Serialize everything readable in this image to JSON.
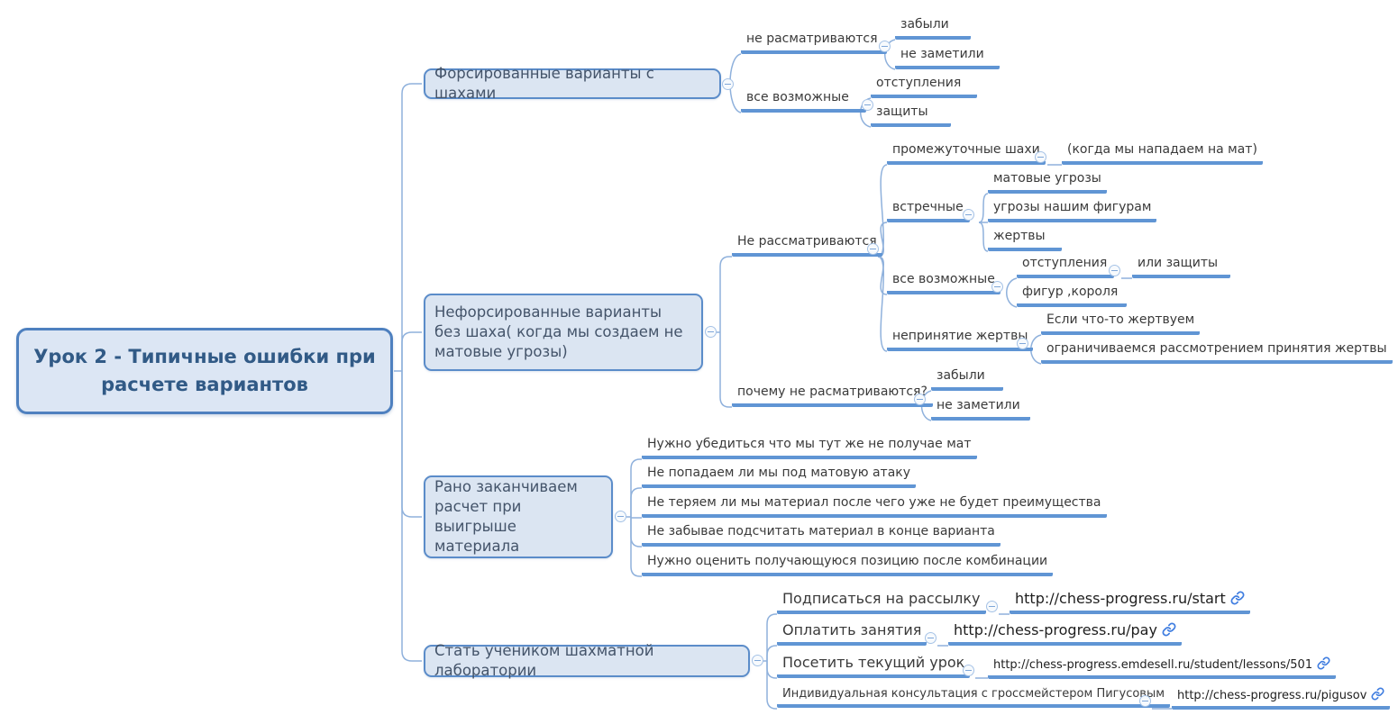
{
  "colors": {
    "underline_blue": "#6095d4",
    "wire_blue": "#8fb1dc",
    "box_fill": "#dbe5f2",
    "box_border": "#5b8cc9",
    "root_fill": "#dce6f4",
    "root_border": "#4e80bf",
    "root_text": "#315a86",
    "link_icon_blue": "#3f7de0"
  },
  "root": {
    "label": "Урок 2 - Типичные ошибки при расчете вариантов"
  },
  "branches": [
    {
      "label": "Форсированные варианты с шахами",
      "children": [
        {
          "label": "не расматриваются",
          "children": [
            {
              "label": "забыли"
            },
            {
              "label": "не заметили"
            }
          ]
        },
        {
          "label": "все возможные",
          "children": [
            {
              "label": "отступления"
            },
            {
              "label": "защиты"
            }
          ]
        }
      ]
    },
    {
      "label": "Нефорсированные варианты без шаха( когда мы создаем не матовые угрозы)",
      "children": [
        {
          "label": "Не рассматриваются",
          "children": [
            {
              "label": "промежуточные шахи",
              "children": [
                {
                  "label": "(когда мы нападаем на мат)"
                }
              ]
            },
            {
              "label": "встречные",
              "children": [
                {
                  "label": "матовые угрозы"
                },
                {
                  "label": "угрозы нашим фигурам"
                },
                {
                  "label": "жертвы"
                }
              ]
            },
            {
              "label": "все возможные",
              "children": [
                {
                  "label": "отступления",
                  "children": [
                    {
                      "label": "или защиты"
                    }
                  ]
                },
                {
                  "label": "фигур ,короля"
                }
              ]
            },
            {
              "label": "непринятие жертвы",
              "children": [
                {
                  "label": "Если что-то жертвуем"
                },
                {
                  "label": "ограничиваемся рассмотрением принятия жертвы"
                }
              ]
            }
          ]
        },
        {
          "label": "почему не расматриваются?",
          "children": [
            {
              "label": "забыли"
            },
            {
              "label": "не заметили"
            }
          ]
        }
      ]
    },
    {
      "label": "Рано заканчиваем расчет при выигрыше материала",
      "children": [
        {
          "label": "Нужно убедиться что мы тут же не получае мат"
        },
        {
          "label": "Не попадаем ли мы под матовую атаку"
        },
        {
          "label": "Не теряем ли мы материал после чего уже не будет преимущества"
        },
        {
          "label": "Не забывае подсчитать материал в конце варианта"
        },
        {
          "label": "Нужно оценить получающуюся позицию после комбинации"
        }
      ]
    },
    {
      "label": "Стать учеником шахматной лаборатории",
      "children": [
        {
          "label": "Подписаться на рассылку",
          "url": "http://chess-progress.ru/start"
        },
        {
          "label": "Оплатить занятия",
          "url": "http://chess-progress.ru/pay"
        },
        {
          "label": "Посетить текущий урок",
          "url": "http://chess-progress.emdesell.ru/student/lessons/501"
        },
        {
          "label": "Индивидуальная консультация с гроссмейстером Пигусовым",
          "url": "http://chess-progress.ru/pigusov"
        }
      ]
    }
  ]
}
